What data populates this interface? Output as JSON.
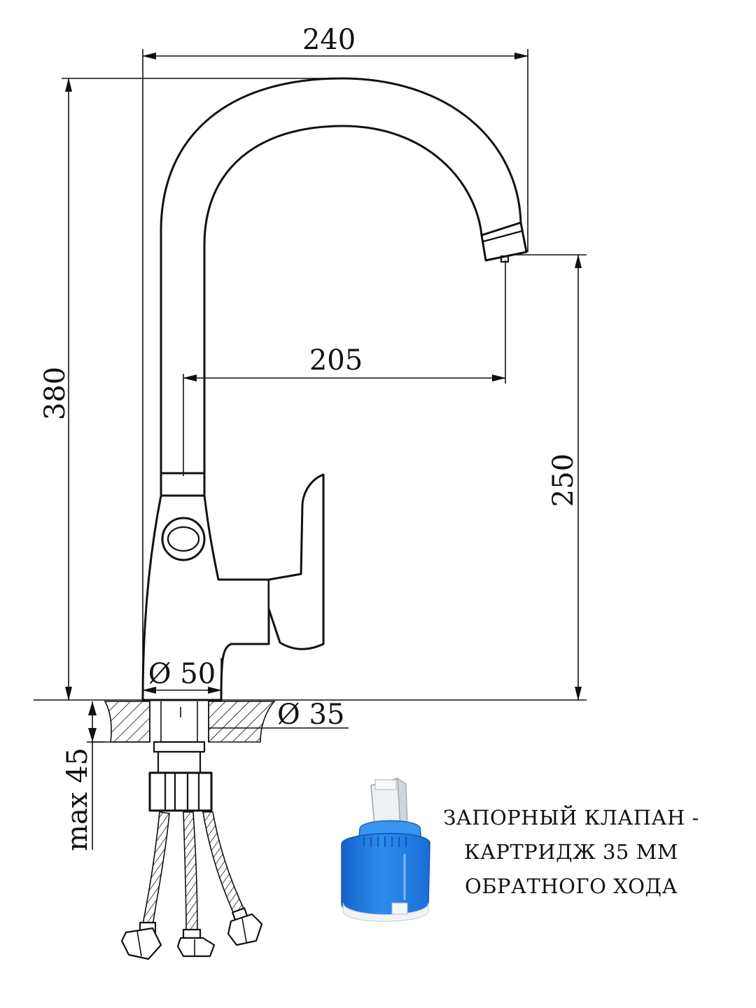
{
  "dimensions": {
    "width_total": "240",
    "height_total": "380",
    "spout_reach": "205",
    "spout_height": "250",
    "base_diameter": "Ø 50",
    "hole_diameter": "Ø 35",
    "max_thickness": "max 45"
  },
  "note": {
    "lines": [
      "ЗАПОРНЫЙ КЛАПАН -",
      "КАРТРИДЖ 35 ММ",
      "ОБРАТНОГО ХОДА"
    ]
  },
  "colors": {
    "line": "#111111",
    "cartridge_blue": "#1e7de6",
    "cartridge_stem": "#e9ecef"
  }
}
